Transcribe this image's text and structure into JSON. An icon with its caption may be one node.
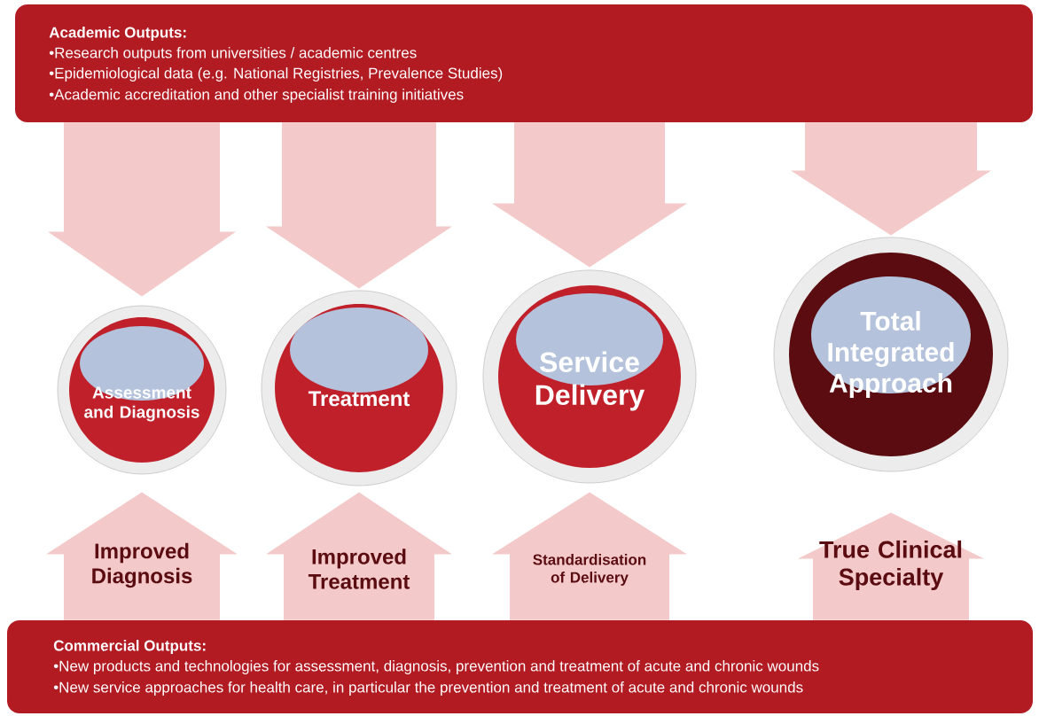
{
  "diagram": {
    "nodes": [
      {
        "text": [
          "Academic Outputs:",
          "•Research outputs from universities / academic centres",
          "•Epidemiological data (e.g. National Registries, Prevalence Studies)",
          "•Academic accreditation and other specialist training initiatives"
        ]
      },
      {
        "text": [
          "Assessment and Diagnosis"
        ]
      },
      {
        "text": [
          "Treatment"
        ]
      },
      {
        "text": [
          "Service Delivery"
        ]
      },
      {
        "text": [
          "Total Integrated Approach"
        ]
      },
      {
        "text": [
          "Commercial Outputs:",
          "•New products and technologies for assessment, diagnosis, prevention and treatment of acute and chronic wounds",
          "•New service approaches for health care, in particular the prevention and treatment of acute and chronic wounds"
        ]
      }
    ],
    "edges": [
      {
        "from": 0,
        "to": 1,
        "arrow": "to"
      },
      {
        "from": 0,
        "to": 2,
        "arrow": "to"
      },
      {
        "from": 0,
        "to": 3,
        "arrow": "to"
      },
      {
        "from": 0,
        "to": 4,
        "arrow": "to"
      },
      {
        "from": 5,
        "to": 1,
        "arrow": "to",
        "label": "Improved Diagnosis"
      },
      {
        "from": 5,
        "to": 2,
        "arrow": "to",
        "label": "Improved Treatment"
      },
      {
        "from": 5,
        "to": 3,
        "arrow": "to",
        "label": "Standardisation of Delivery"
      },
      {
        "from": 5,
        "to": 4,
        "arrow": "to",
        "label": "True Clinical Specialty"
      }
    ]
  }
}
